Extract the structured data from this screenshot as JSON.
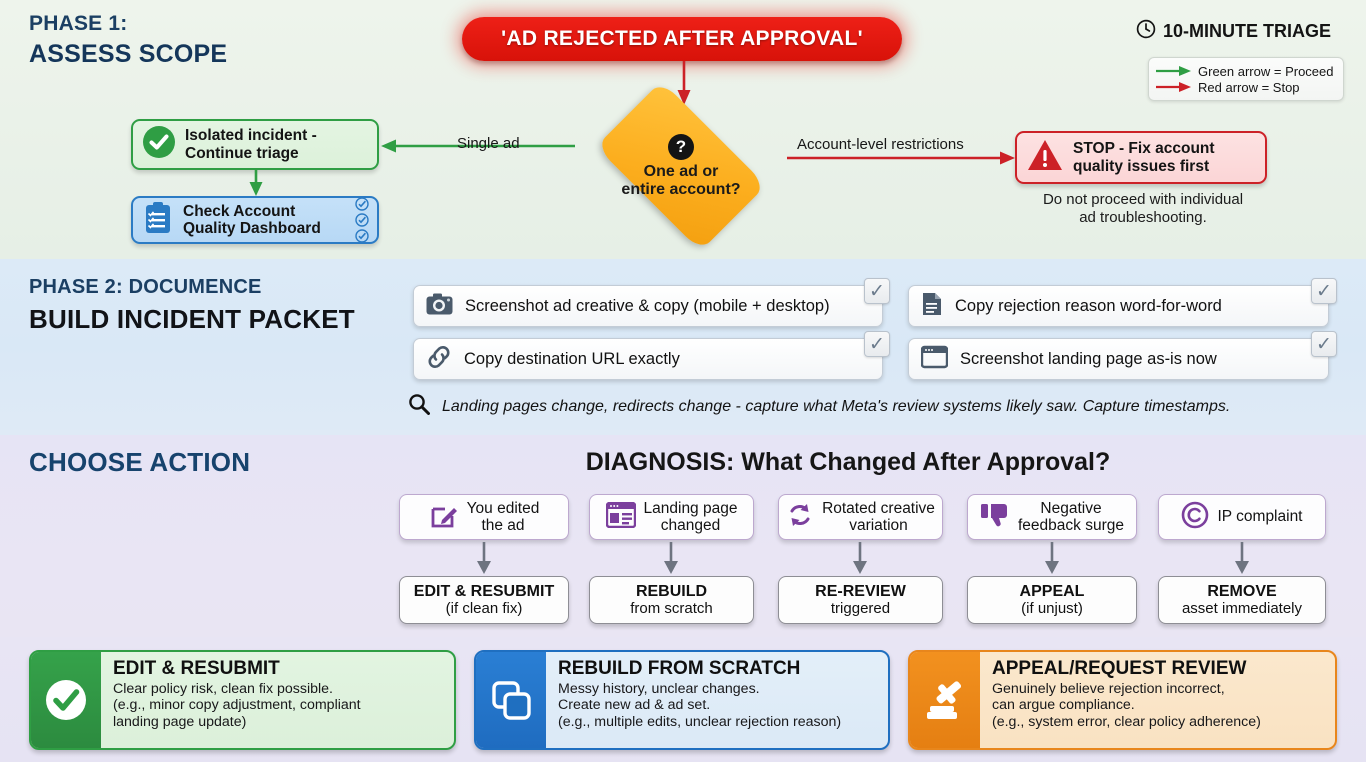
{
  "phase1": {
    "label_line1": "PHASE 1:",
    "label_line2": "ASSESS SCOPE",
    "alert_banner": "'AD REJECTED AFTER APPROVAL'",
    "decision": {
      "badge": "?",
      "line1": "One ad or",
      "line2": "entire account?"
    },
    "left_edge_label": "Single ad",
    "right_edge_label": "Account-level restrictions",
    "green_box": "Isolated incident -\nContinue triage",
    "blue_box": "Check Account\nQuality Dashboard",
    "stop_box": "STOP - Fix account\nquality issues first",
    "stop_note": "Do not proceed with individual\nad troubleshooting."
  },
  "triage": {
    "title": "10-MINUTE TRIAGE",
    "clock_icon": "clock-icon",
    "legend": [
      {
        "label": "Green arrow = Proceed",
        "color": "#2f9e44"
      },
      {
        "label": "Red arrow = Stop",
        "color": "#cc2127"
      }
    ]
  },
  "phase2": {
    "label_line1": "PHASE 2: DOCUMENCE",
    "label_line2": "BUILD INCIDENT PACKET",
    "checklist": [
      {
        "icon": "camera-icon",
        "label": "Screenshot ad creative & copy (mobile + desktop)",
        "checked": "✓"
      },
      {
        "icon": "document-icon",
        "label": "Copy rejection reason word-for-word",
        "checked": "✓"
      },
      {
        "icon": "link-icon",
        "label": "Copy destination URL exactly",
        "checked": "✓"
      },
      {
        "icon": "browser-icon",
        "label": "Screenshot landing page as-is now",
        "checked": "✓"
      }
    ],
    "note_icon": "magnifier-icon",
    "note": "Landing pages change, redirects change - capture what Meta's review systems likely saw. Capture timestamps."
  },
  "phase3": {
    "label": "CHOOSE ACTION",
    "diagnosis_title": "DIAGNOSIS: What Changed After Approval?",
    "columns": [
      {
        "icon": "edit-pencil-icon",
        "cause": "You edited\nthe ad",
        "action_title": "EDIT & RESUBMIT",
        "action_sub": "(if clean fix)"
      },
      {
        "icon": "landing-page-icon",
        "cause": "Landing page\nchanged",
        "action_title": "REBUILD",
        "action_sub": "from scratch"
      },
      {
        "icon": "rotate-icon",
        "cause": "Rotated creative\nvariation",
        "action_title": "RE-REVIEW",
        "action_sub": "triggered"
      },
      {
        "icon": "thumbs-down-icon",
        "cause": "Negative\nfeedback surge",
        "action_title": "APPEAL",
        "action_sub": "(if unjust)"
      },
      {
        "icon": "copyright-icon",
        "cause": "IP complaint",
        "action_title": "REMOVE",
        "action_sub": "asset immediately"
      }
    ]
  },
  "decisions": [
    {
      "icon": "check-circle-icon",
      "title": "EDIT & RESUBMIT",
      "desc": "Clear policy risk, clean fix possible.\n(e.g., minor copy adjustment, compliant\nlanding page update)",
      "accent": "#2f9e44"
    },
    {
      "icon": "copy-squares-icon",
      "title": "REBUILD FROM SCRATCH",
      "desc": "Messy history, unclear changes.\nCreate new ad & ad set.\n(e.g., multiple edits, unclear rejection reason)",
      "accent": "#1f6fc0"
    },
    {
      "icon": "gavel-icon",
      "title": "APPEAL/REQUEST REVIEW",
      "desc": "Genuinely believe rejection incorrect,\ncan argue compliance.\n(e.g., system error, clear policy adherence)",
      "accent": "#e8861c"
    }
  ],
  "colors": {
    "green": "#2f9e44",
    "red": "#cc2127",
    "blue": "#1f6fc0",
    "orange": "#e8861c",
    "purple": "#7b3f9d",
    "navy": "#1b3f63"
  }
}
